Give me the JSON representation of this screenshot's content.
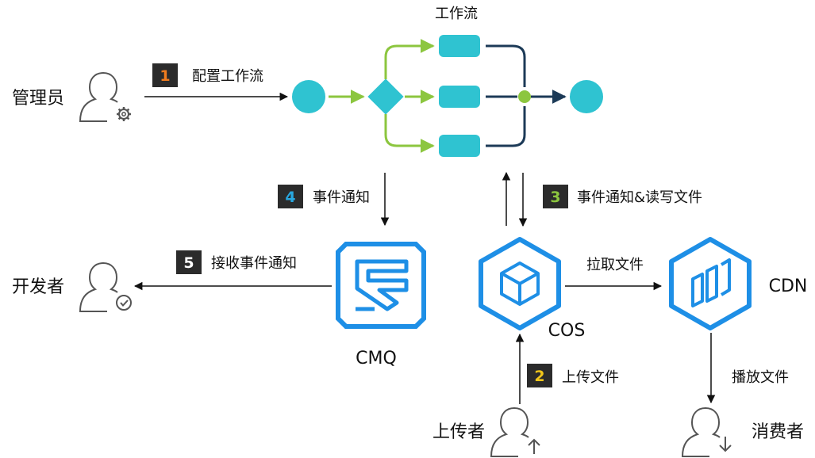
{
  "workflow_title": "工作流",
  "actors": {
    "admin": "管理员",
    "developer": "开发者",
    "uploader": "上传者",
    "consumer": "消费者"
  },
  "services": {
    "cmq": "CMQ",
    "cos": "COS",
    "cdn": "CDN"
  },
  "steps": [
    {
      "num": "1",
      "label": "配置工作流",
      "color": "#f07c1e"
    },
    {
      "num": "2",
      "label": "上传文件",
      "color": "#f2c61a"
    },
    {
      "num": "3",
      "label": "事件通知&读写文件",
      "color": "#8cc63f"
    },
    {
      "num": "4",
      "label": "事件通知",
      "color": "#29a8e0"
    },
    {
      "num": "5",
      "label": "接收事件通知",
      "color": "#ffffff"
    }
  ],
  "edges": {
    "pull": "拉取文件",
    "play": "播放文件"
  },
  "colors": {
    "node": "#2fc3d1",
    "green": "#8cc63f",
    "navy": "#1c3a57",
    "service_blue": "#1e8fe6",
    "badge_bg": "#2b2b2b",
    "person": "#555555"
  }
}
